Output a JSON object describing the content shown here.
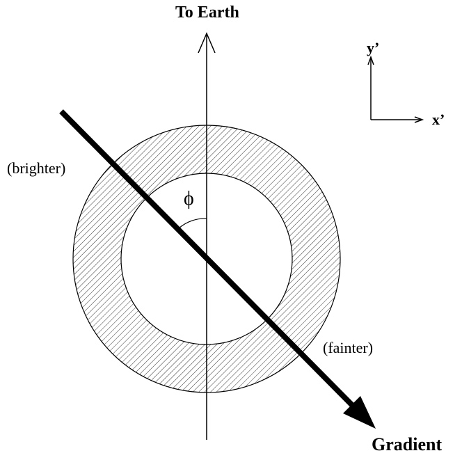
{
  "diagram": {
    "title_top": "To Earth",
    "title_bottom": "Gradient",
    "axis_y_label": "y’",
    "axis_x_label": "x’",
    "angle_label": "ϕ",
    "label_brighter": "(brighter)",
    "label_fainter": "(fainter)"
  },
  "colors": {
    "ink": "#000000",
    "background": "#ffffff"
  }
}
